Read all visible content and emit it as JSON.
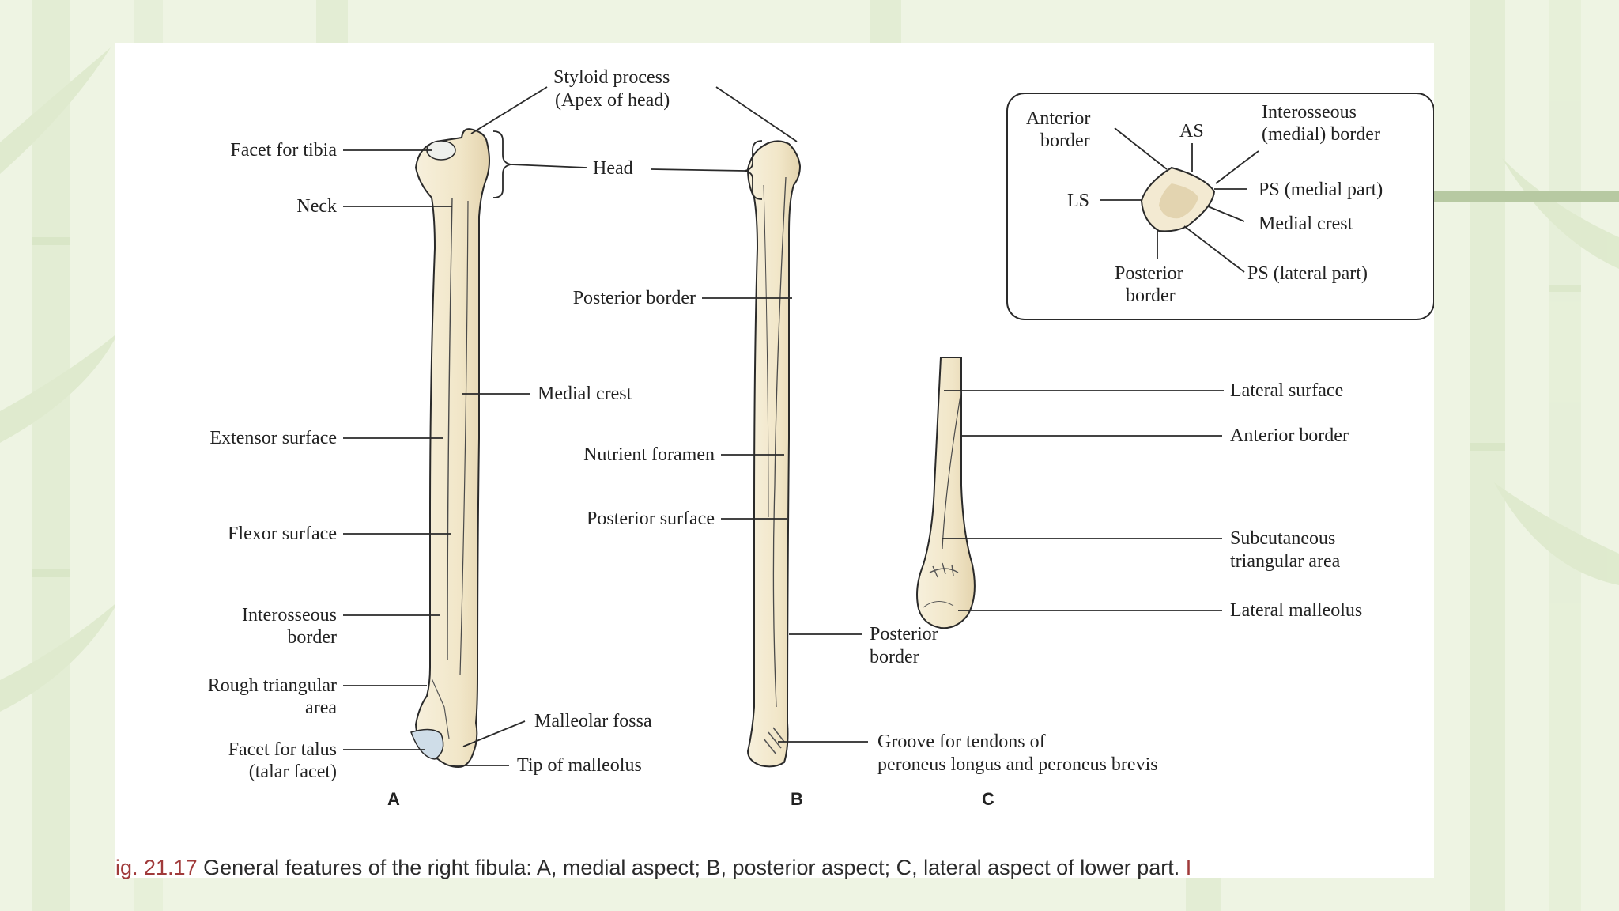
{
  "figure": {
    "panels": [
      "A",
      "B",
      "C"
    ],
    "caption_number": "ig. 21.17",
    "caption_text": "General features of the right fibula: A, medial aspect; B, posterior aspect; C, lateral aspect of lower part.",
    "caption_tail": "I"
  },
  "labels": {
    "styloid": "Styloid process",
    "apex": "(Apex of head)",
    "head": "Head",
    "facet_tibia": "Facet for tibia",
    "neck": "Neck",
    "posterior_border_b": "Posterior border",
    "medial_crest_a": "Medial crest",
    "extensor_surface": "Extensor surface",
    "nutrient_foramen": "Nutrient foramen",
    "posterior_surface": "Posterior surface",
    "flexor_surface": "Flexor surface",
    "interosseous_1": "Interosseous",
    "interosseous_2": "border",
    "rough_1": "Rough triangular",
    "rough_2": "area",
    "malleolar_fossa": "Malleolar fossa",
    "facet_talus_1": "Facet for talus",
    "facet_talus_2": "(talar facet)",
    "tip_malleolus": "Tip of malleolus",
    "posterior_border_low_1": "Posterior",
    "posterior_border_low_2": "border",
    "groove_1": "Groove for tendons of",
    "groove_2": "peroneus longus and peroneus brevis",
    "lateral_surface": "Lateral surface",
    "anterior_border_c": "Anterior border",
    "subcutaneous_1": "Subcutaneous",
    "subcutaneous_2": "triangular area",
    "lateral_malleolus": "Lateral malleolus"
  },
  "inset": {
    "anterior_1": "Anterior",
    "anterior_2": "border",
    "as": "AS",
    "interosseous_1": "Interosseous",
    "interosseous_2": "(medial) border",
    "ls": "LS",
    "ps_medial": "PS (medial part)",
    "medial_crest": "Medial crest",
    "posterior_1": "Posterior",
    "posterior_2": "border",
    "ps_lateral": "PS (lateral part)"
  },
  "colors": {
    "background": "#eef4e3",
    "bone": "#f3ead2",
    "bone_shade": "#e3d4b0",
    "outline": "#2a2a2a",
    "caption_number": "#a03a3a",
    "accent": "#b7c9a2"
  }
}
